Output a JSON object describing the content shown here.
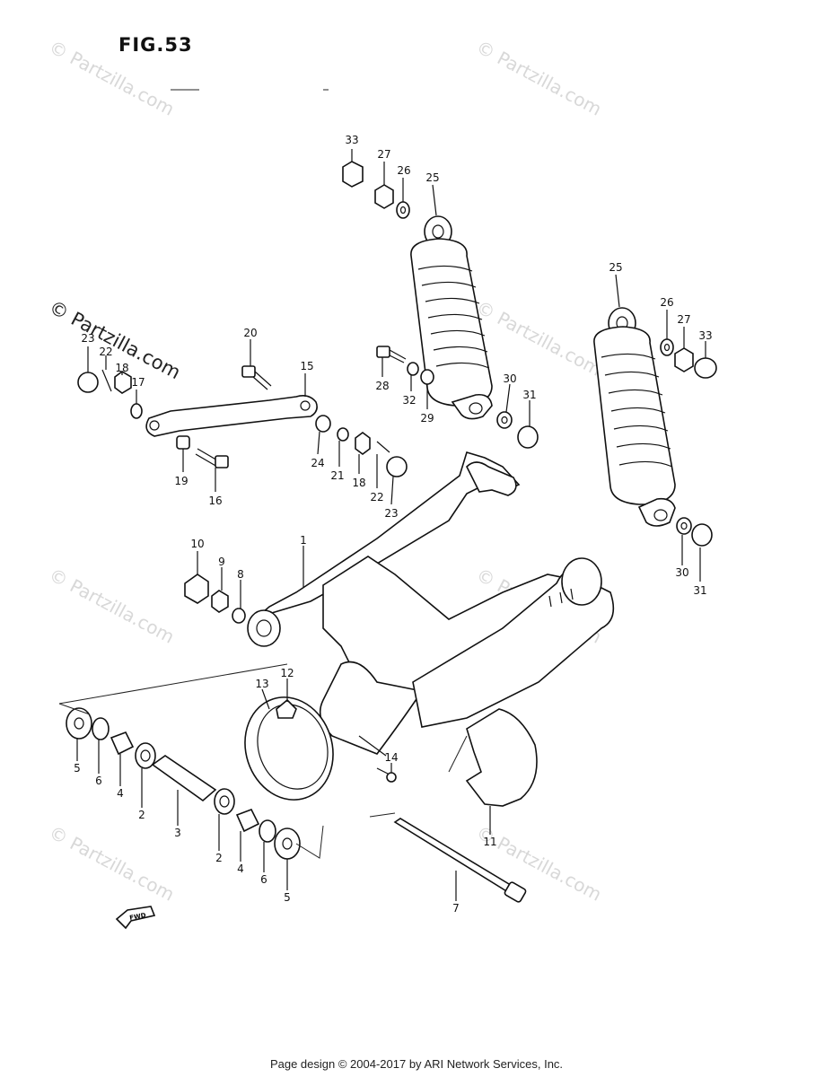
{
  "title": "FIG.53",
  "watermark_text": "© Partzilla.com",
  "footer_text": "Page design © 2004-2017 by ARI Network Services, Inc.",
  "fwd_label": "FWD",
  "callouts": [
    "33",
    "27",
    "26",
    "25",
    "25",
    "26",
    "27",
    "33",
    "23",
    "22",
    "18",
    "17",
    "20",
    "15",
    "28",
    "32",
    "29",
    "30",
    "31",
    "19",
    "16",
    "24",
    "21",
    "18",
    "22",
    "23",
    "10",
    "9",
    "8",
    "1",
    "30",
    "31",
    "13",
    "12",
    "14",
    "5",
    "6",
    "4",
    "2",
    "3",
    "2",
    "4",
    "6",
    "5",
    "11",
    "7"
  ]
}
